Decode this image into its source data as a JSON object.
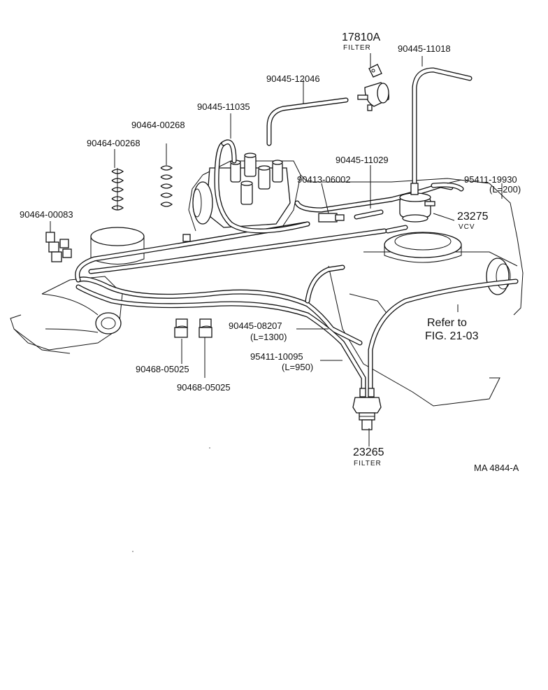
{
  "diagram": {
    "labels": {
      "p17810a": "17810A",
      "p17810a_desc": "FILTER",
      "p90445_11018": "90445-11018",
      "p90445_12046": "90445-12046",
      "p90445_11035": "90445-11035",
      "p90464_00268_a": "90464-00268",
      "p90464_00268_b": "90464-00268",
      "p90445_11029": "90445-11029",
      "p90413_06002": "90413-06002",
      "p95411_19930": "95411-19930",
      "p95411_19930_len": "(L=200)",
      "p90464_00083": "90464-00083",
      "p23275": "23275",
      "p23275_desc": "VCV",
      "refer_line1": "Refer to",
      "refer_line2": "FIG. 21-03",
      "p90445_08207": "90445-08207",
      "p90445_08207_len": "(L=1300)",
      "p95411_10095": "95411-10095",
      "p95411_10095_len": "(L=950)",
      "p90468_05025_a": "90468-05025",
      "p90468_05025_b": "90468-05025",
      "p23265": "23265",
      "p23265_desc": "FILTER",
      "figure_code": "MA  4844-A"
    },
    "icons": [
      "filter-icon",
      "vcv-valve-icon",
      "hose-clamp-icon",
      "hose-icon",
      "distributor-icon",
      "air-cleaner-icon"
    ]
  }
}
